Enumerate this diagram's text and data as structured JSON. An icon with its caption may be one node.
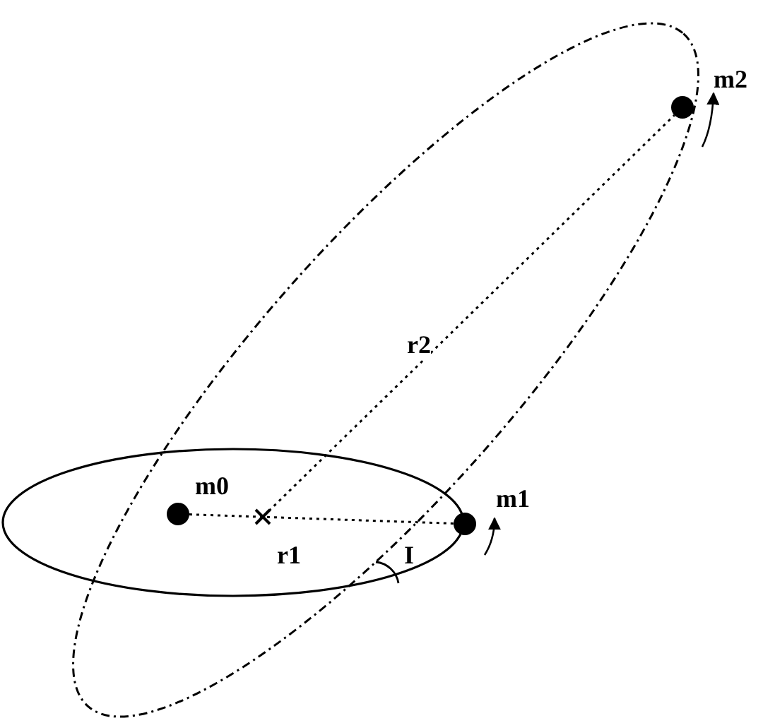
{
  "diagram": {
    "nodes": [
      {
        "text": [
          "m0"
        ]
      },
      {
        "text": [
          "m1"
        ]
      },
      {
        "text": [
          "m2"
        ]
      },
      {
        "text": [],
        "shape": "cross"
      }
    ],
    "edges": [
      {
        "from": 0,
        "to": 1,
        "arrow": "none",
        "label": "r1"
      },
      {
        "from": 3,
        "to": 2,
        "arrow": "none",
        "label": "r2"
      }
    ],
    "labels": [
      "I"
    ]
  }
}
